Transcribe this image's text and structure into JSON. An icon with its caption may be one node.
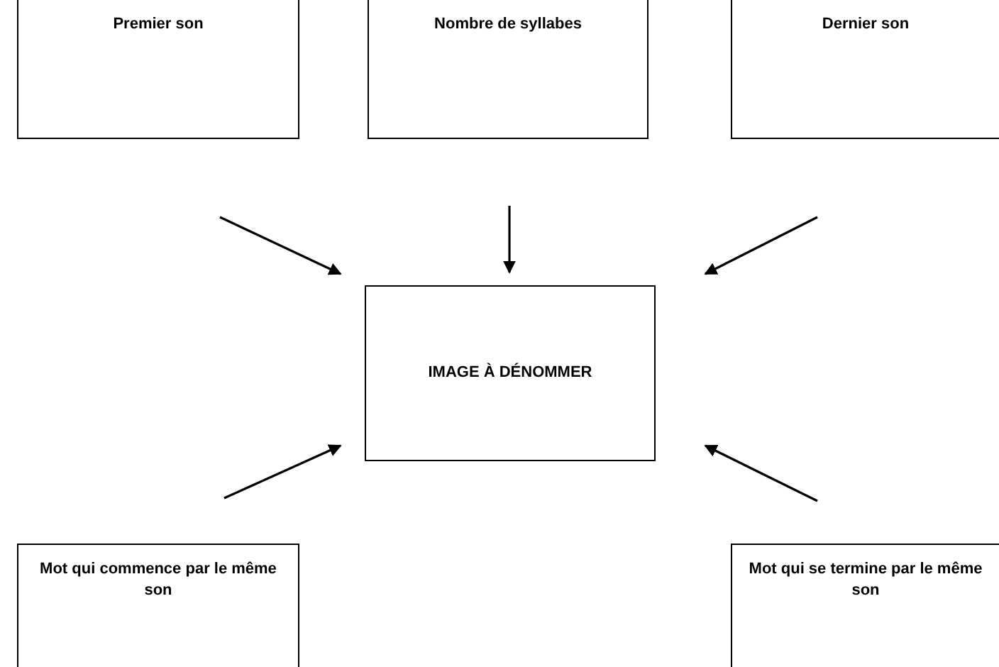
{
  "diagram": {
    "nodes": [
      {
        "text": [
          "Premier son"
        ]
      },
      {
        "text": [
          "Nombre de syllabes"
        ]
      },
      {
        "text": [
          "Dernier son"
        ]
      },
      {
        "text": [
          "IMAGE À DÉNOMMER"
        ]
      },
      {
        "text": [
          "Mot qui commence par le même son"
        ]
      },
      {
        "text": [
          "Mot qui se termine par le même son"
        ]
      }
    ],
    "edges": [
      {
        "from": 0,
        "to": 3,
        "arrow": "to"
      },
      {
        "from": 1,
        "to": 3,
        "arrow": "to"
      },
      {
        "from": 2,
        "to": 3,
        "arrow": "to"
      },
      {
        "from": 4,
        "to": 3,
        "arrow": "to"
      },
      {
        "from": 5,
        "to": 3,
        "arrow": "to"
      }
    ]
  }
}
